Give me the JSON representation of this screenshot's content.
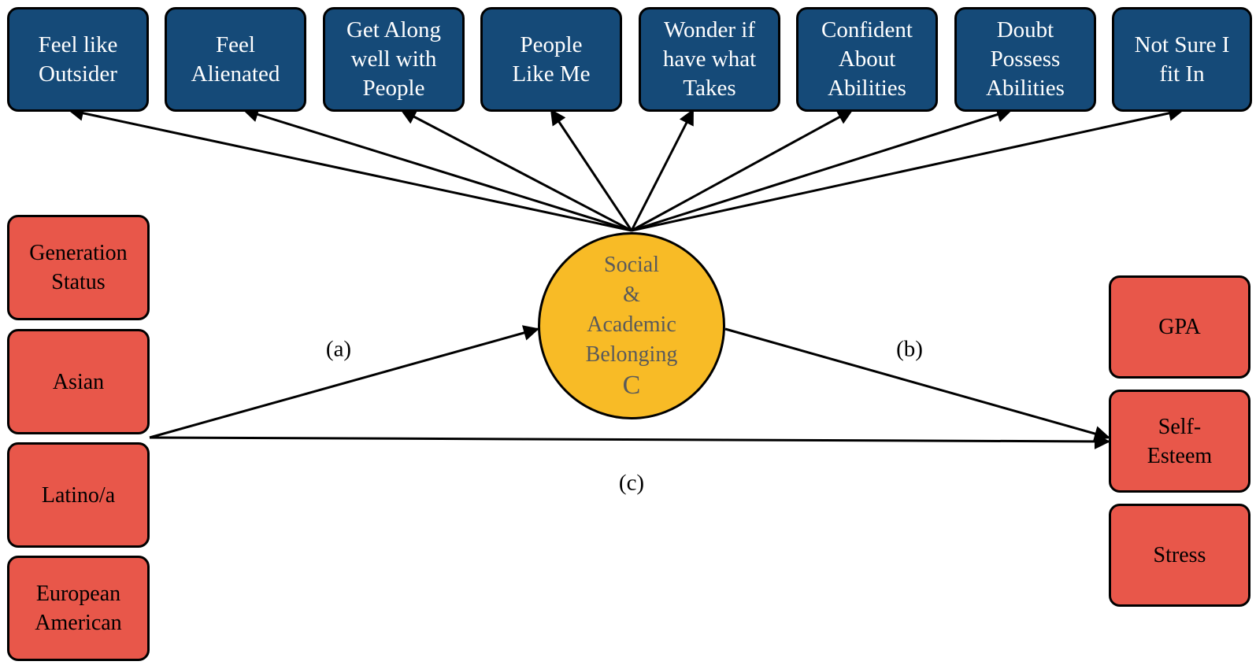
{
  "indicators": [
    "Feel like\nOutsider",
    "Feel\nAlienated",
    "Get Along\nwell with\nPeople",
    "People\nLike Me",
    "Wonder if\nhave what\nTakes",
    "Confident\nAbout\nAbilities",
    "Doubt\nPossess\nAbilities",
    "Not Sure I\nfit In"
  ],
  "predictors": [
    "Generation\nStatus",
    "Asian",
    "Latino/a",
    "European\nAmerican"
  ],
  "outcomes": [
    "GPA",
    "Self-\nEsteem",
    "Stress"
  ],
  "mediator": {
    "lines": [
      "Social",
      "&",
      "Academic",
      "Belonging"
    ],
    "code": "C"
  },
  "paths": {
    "a": "(a)",
    "b": "(b)",
    "c": "(c)"
  },
  "colors": {
    "indicator_fill": "#154a78",
    "predictor_fill": "#e8574a",
    "mediator_fill": "#f8bb26"
  }
}
